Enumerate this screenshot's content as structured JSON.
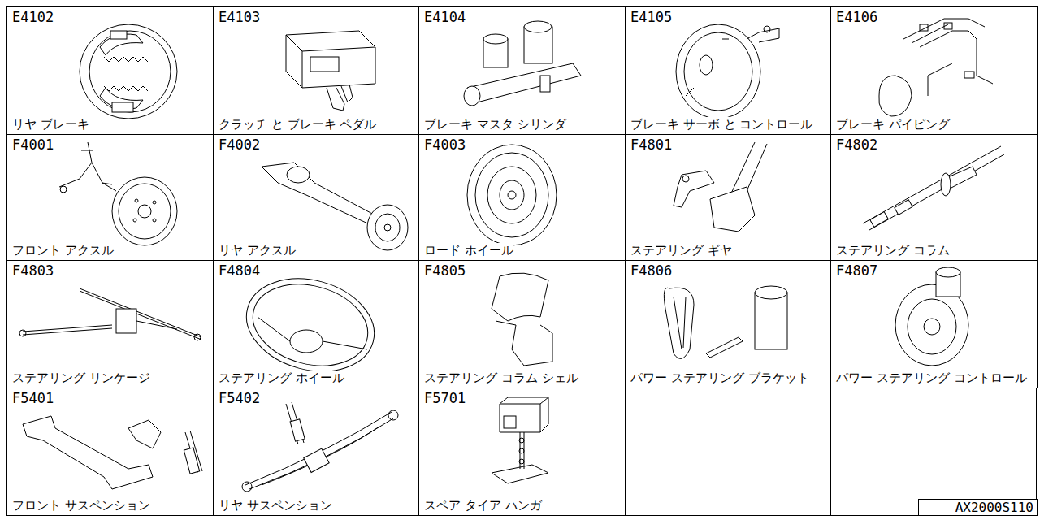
{
  "diagram": {
    "nodes": [
      {
        "text": [
          "E4102",
          "リヤ ブレーキ"
        ]
      },
      {
        "text": [
          "E4103",
          "クラッチ と ブレーキ ペダル"
        ]
      },
      {
        "text": [
          "E4104",
          "ブレーキ マスタ シリンダ"
        ]
      },
      {
        "text": [
          "E4105",
          "ブレーキ サーボ と コントロール"
        ]
      },
      {
        "text": [
          "E4106",
          "ブレーキ パイピング"
        ]
      },
      {
        "text": [
          "F4001",
          "フロント アクスル"
        ]
      },
      {
        "text": [
          "F4002",
          "リヤ アクスル"
        ]
      },
      {
        "text": [
          "F4003",
          "ロード ホイール"
        ]
      },
      {
        "text": [
          "F4801",
          "ステアリング ギヤ"
        ]
      },
      {
        "text": [
          "F4802",
          "ステアリング コラム"
        ]
      },
      {
        "text": [
          "F4803",
          "ステアリング リンケージ"
        ]
      },
      {
        "text": [
          "F4804",
          "ステアリング ホイール"
        ]
      },
      {
        "text": [
          "F4805",
          "ステアリング コラム シェル"
        ]
      },
      {
        "text": [
          "F4806",
          "パワー ステアリング ブラケット"
        ]
      },
      {
        "text": [
          "F4807",
          "パワー ステアリング コントロール"
        ]
      },
      {
        "text": [
          "F5401",
          "フロント サスペンション"
        ]
      },
      {
        "text": [
          "F5402",
          "リヤ サスペンション"
        ]
      },
      {
        "text": [
          "F5701",
          "スペア タイア ハンガ"
        ]
      },
      {
        "text": [
          "AX2000S110"
        ]
      }
    ]
  }
}
